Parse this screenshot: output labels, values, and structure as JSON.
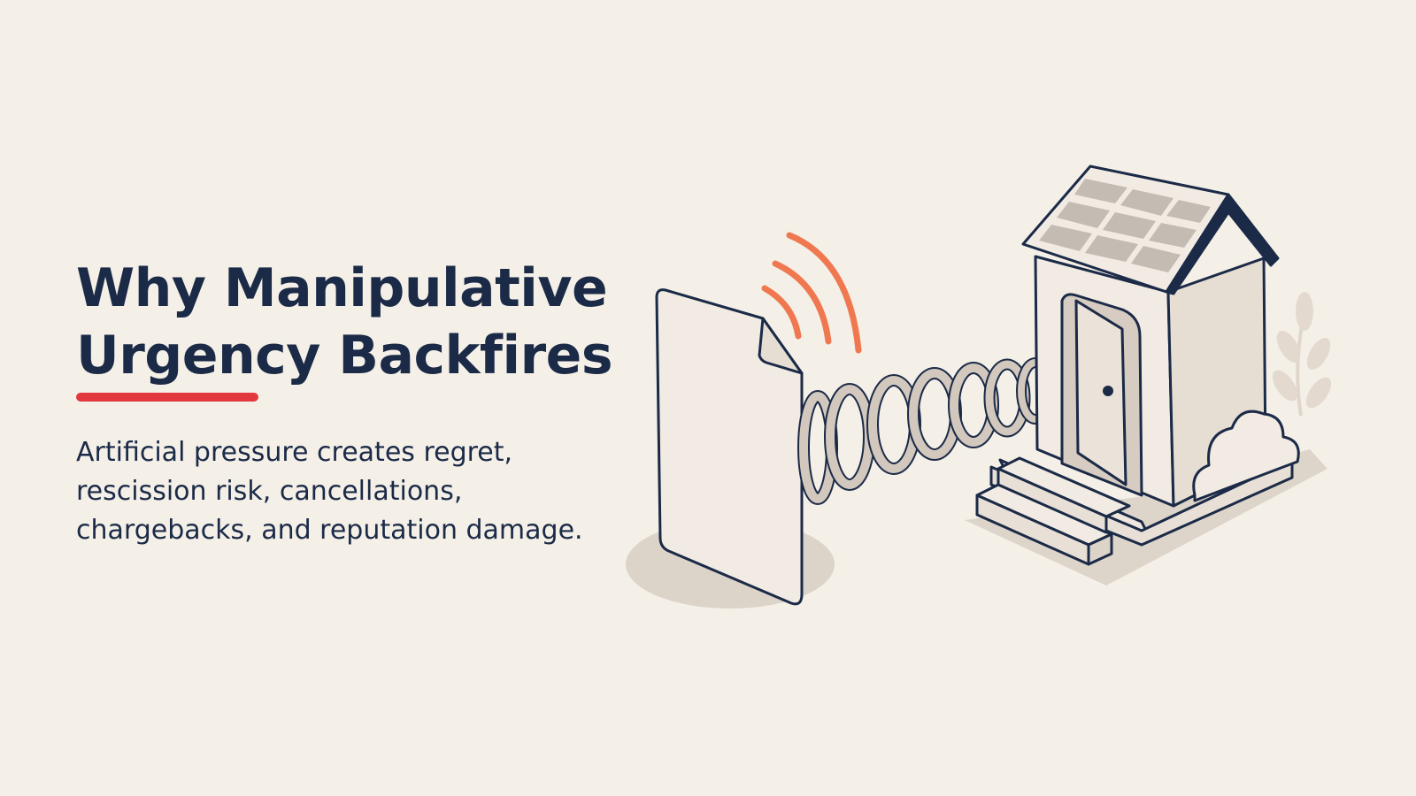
{
  "headline": {
    "line1": "Why Manipulative",
    "line2": "Urgency Backfires"
  },
  "subtitle": {
    "line1": "Artificial pressure creates regret,",
    "line2": "rescission risk, cancellations,",
    "line3": "chargebacks, and reputation damage."
  },
  "colors": {
    "background": "#f4f0e8",
    "text": "#1b2a47",
    "accent_underline": "#e2373f",
    "signal_waves": "#f07850"
  },
  "illustration": {
    "icons": [
      "document-icon",
      "spring-coil-icon",
      "signal-waves-icon",
      "house-icon",
      "solar-panel-icon",
      "bush-icon",
      "leaf-plant-icon"
    ]
  }
}
